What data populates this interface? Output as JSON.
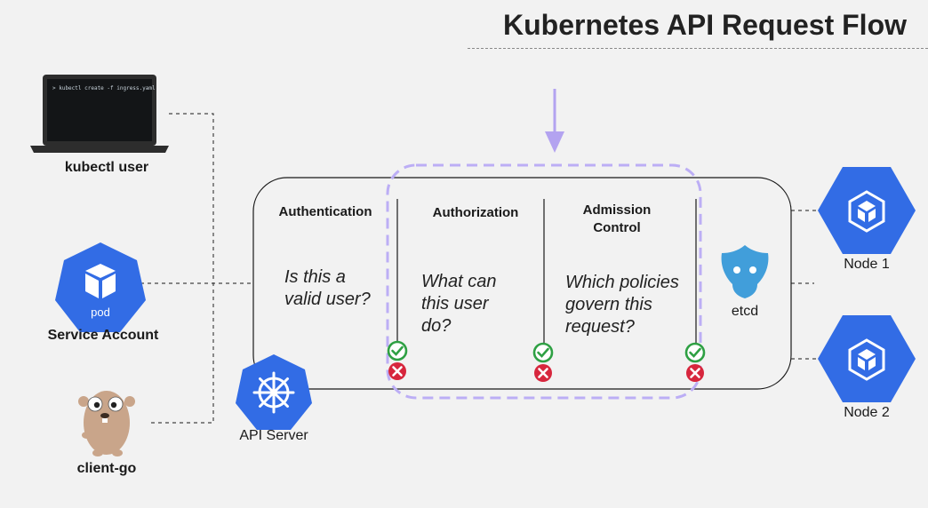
{
  "title": "Kubernetes API Request Flow",
  "clients": {
    "kubectl": {
      "label": "kubectl user",
      "command": "> kubectl create -f ingress.yaml"
    },
    "service_account": {
      "label": "Service Account",
      "icon_label": "pod"
    },
    "client_go": {
      "label": "client-go"
    }
  },
  "api_server": {
    "label": "API Server",
    "stages": [
      {
        "title": "Authentication",
        "question": [
          "Is this a",
          "valid user?"
        ]
      },
      {
        "title": "Authorization",
        "question": [
          "What can",
          "this user",
          "do?"
        ]
      },
      {
        "title": [
          "Admission",
          "Control"
        ],
        "question": [
          "Which policies",
          "govern this",
          "request?"
        ]
      }
    ]
  },
  "etcd": {
    "label": "etcd"
  },
  "nodes": [
    {
      "label": "Node 1"
    },
    {
      "label": "Node 2"
    }
  ],
  "colors": {
    "k8s_blue": "#326ce5",
    "pass_green": "#2ea043",
    "fail_red": "#d7263d",
    "highlight_purple": "#bcaef5",
    "background": "#f2f2f2"
  }
}
